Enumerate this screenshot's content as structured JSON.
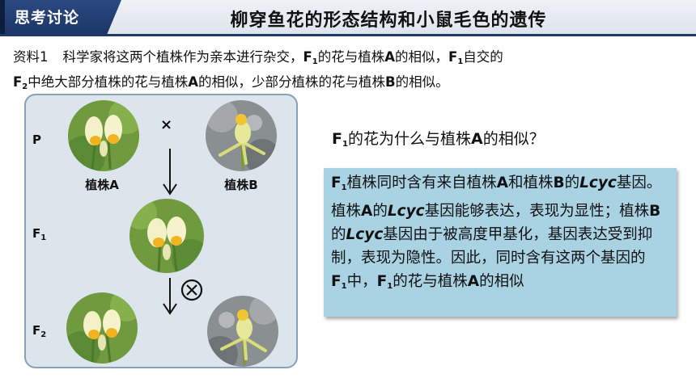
{
  "header": {
    "badge": "思考讨论",
    "title": "柳穿鱼花的形态结构和小鼠毛色的遗传"
  },
  "intro": {
    "label": "资料1",
    "s1": "科学家将这两个植株作为亲本进行杂交，",
    "f": "F",
    "one": "1",
    "two": "2",
    "s2": "的花与植株",
    "a": "A",
    "s3": "的相似，",
    "s4": "自交的",
    "s5": "中绝大部分植株的花与植株",
    "s6": "的相似，少部分植株的花与植株",
    "b": "B",
    "s7": "的相似。"
  },
  "diagram": {
    "gen_p": "P",
    "gen_f1": "F",
    "gen_f1_sub": "1",
    "gen_f2": "F",
    "gen_f2_sub": "2",
    "plant_a": "植株A",
    "plant_b": "植株B",
    "cross_symbol": "×"
  },
  "question": {
    "f": "F",
    "sub": "1",
    "text1": "的花为什么与植株",
    "a": "A",
    "text2": "的相似？"
  },
  "answer": {
    "f": "F",
    "sub": "1",
    "t1": "植株同时含有来自植株",
    "a": "A",
    "t2": "和植株",
    "b": "B",
    "t3": "的",
    "gene": "Lcyc",
    "t4": "基因。植株",
    "t5": "的",
    "t6": "基因能够表达，表现为显性；植株",
    "t7": "的",
    "t8": "基因由于被高度甲基化，基因表达受到抑制，表现为隐性。因此，同时含有这两个基因的",
    "t9": "中，",
    "t10": "的花与植株",
    "t11": "的相似"
  },
  "colors": {
    "header_blue": "#1f3a68",
    "panel_bg": "#dde5ec",
    "answer_bg": "#a9d2e3"
  }
}
